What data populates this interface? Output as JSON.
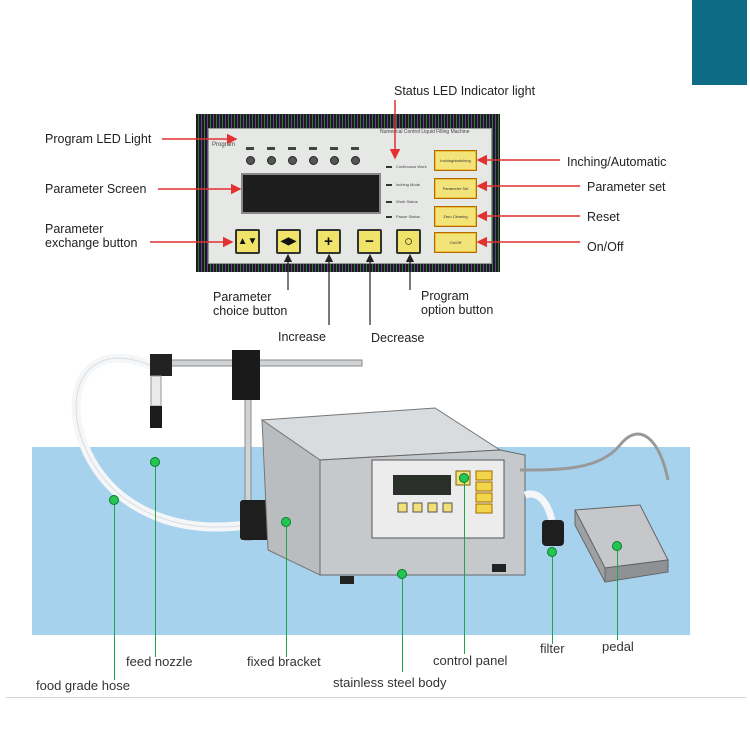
{
  "panel_labels": {
    "status_led": "Status LED Indicator light",
    "program_led": "Program LED Light",
    "parameter_screen": "Parameter Screen",
    "param_exchange_1": "Parameter",
    "param_exchange_2": "exchange button",
    "inching": "Inching/Automatic",
    "param_set": "Parameter set",
    "reset": "Reset",
    "onoff": "On/Off",
    "param_choice_1": "Parameter",
    "param_choice_2": "choice button",
    "increase": "Increase",
    "decrease": "Decrease",
    "program_option_1": "Program",
    "program_option_2": "option button"
  },
  "panel_face": {
    "program_word": "Program",
    "machine_title": "Numerical Control Liquid Filling Machine",
    "status_items": [
      "Continuous Work",
      "Inching Mode",
      "Work Status",
      "Pause Status"
    ],
    "right_buttons": [
      "Inching/switching",
      "Parameter Set",
      "Zero Clearing",
      "On/Off"
    ],
    "bottom_buttons": [
      "▲▼",
      "◀▶",
      "+",
      "−",
      "○"
    ]
  },
  "machine_labels": {
    "feed_nozzle": "feed nozzle",
    "fixed_bracket": "fixed bracket",
    "control_panel": "control panel",
    "filter": "filter",
    "pedal": "pedal",
    "food_grade_hose": "food grade hose",
    "stainless_steel_body": "stainless steel body"
  },
  "colors": {
    "accent_corner": "#0e6b86",
    "arrow_red": "#e33030",
    "pointer_green": "#23c651",
    "ground_blue": "#a7d2ee"
  }
}
